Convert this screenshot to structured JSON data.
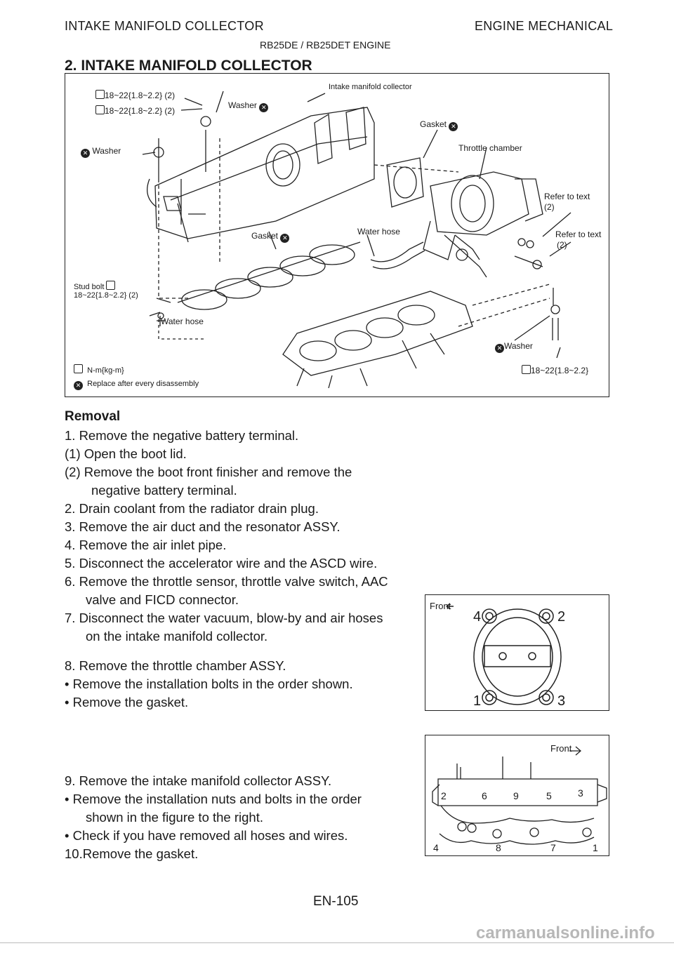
{
  "header": {
    "left": "INTAKE MANIFOLD COLLECTOR",
    "right": "ENGINE MECHANICAL",
    "sub": "RB25DE / RB25DET ENGINE"
  },
  "section_title": "2. INTAKE MANIFOLD COLLECTOR",
  "figure1": {
    "labels": {
      "collector": "Intake manifold collector",
      "torque_a": "18~22{1.8~2.2} (2)",
      "torque_b": "18~22{1.8~2.2} (2)",
      "washer_top": "Washer",
      "washer_left": "Washer",
      "gasket_top": "Gasket",
      "throttle": "Throttle chamber",
      "refer1": "Refer to text",
      "refer1_n": "(2)",
      "refer2": "Refer to text",
      "refer2_n": "(2)",
      "gasket_mid": "Gasket",
      "water_hose_1": "Water hose",
      "stud": "Stud bolt",
      "stud_torque": "18~22{1.8~2.2} (2)",
      "water_hose_2": "Water hose",
      "washer_right": "Washer",
      "torque_right": "18~22{1.8~2.2}"
    },
    "legend": {
      "torque": "N-m{kg-m}",
      "replace": "Replace after every disassembly"
    }
  },
  "removal": {
    "heading": "Removal",
    "lines": [
      "1.  Remove the negative battery terminal.",
      "(1)  Open the boot lid.",
      "(2)  Remove the boot front finisher and remove the",
      "negative battery terminal.",
      "2.  Drain coolant from the radiator drain plug.",
      "3.  Remove the air duct and the resonator ASSY.",
      "4.  Remove the air inlet pipe.",
      "5.  Disconnect the accelerator wire and the ASCD wire.",
      "6.  Remove the throttle sensor, throttle valve switch, AAC",
      "valve and FICD connector.",
      "7.  Disconnect the water vacuum, blow-by and air hoses",
      "on the intake manifold collector.",
      "8.  Remove the throttle chamber ASSY.",
      "•  Remove the installation bolts in the order shown.",
      "•  Remove the gasket.",
      "9.  Remove the intake manifold collector ASSY.",
      "•  Remove  the  installation  nuts  and  bolts  in  the  order",
      "shown in the figure to the right.",
      "•  Check if you have removed all hoses and wires.",
      "10.Remove the gasket."
    ]
  },
  "figure2": {
    "front": "Front",
    "n1": "1",
    "n2": "2",
    "n3": "3",
    "n4": "4"
  },
  "figure3": {
    "front": "Front",
    "top_numbers": [
      "2",
      "6",
      "9",
      "5",
      "3"
    ],
    "bottom_numbers": [
      "4",
      "8",
      "7",
      "1"
    ]
  },
  "page_number": "EN-105",
  "watermark": "carmanualsonline.info"
}
